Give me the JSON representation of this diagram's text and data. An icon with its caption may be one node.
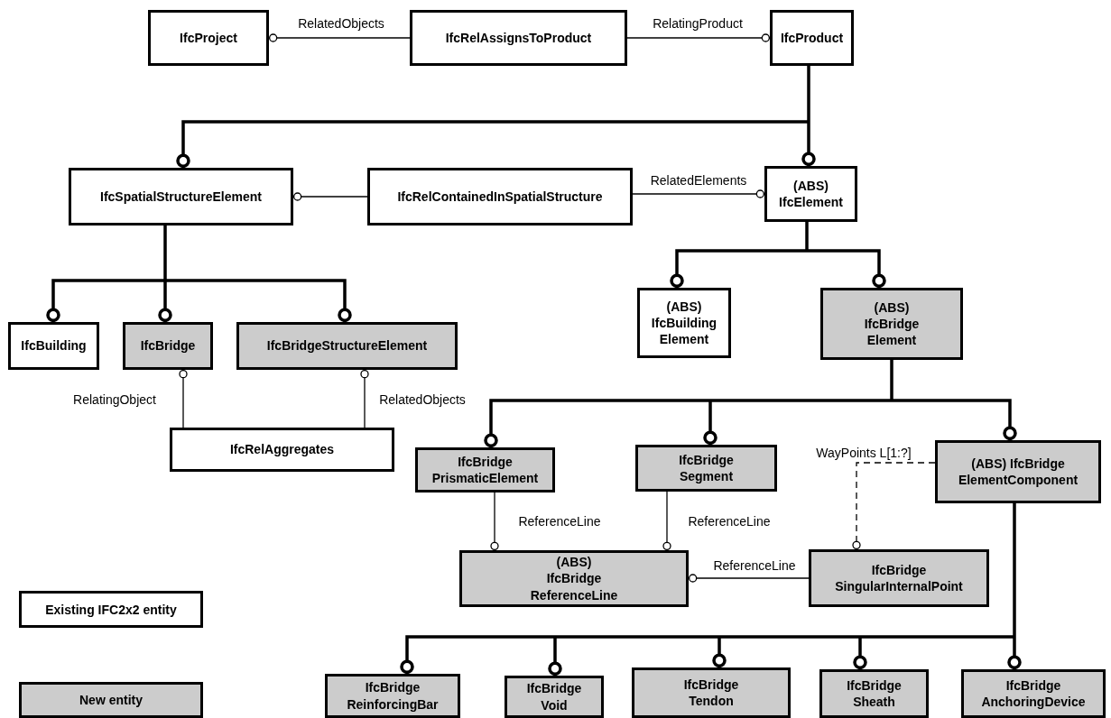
{
  "diagram": {
    "nodes": [
      {
        "text": [
          "IfcProject"
        ]
      },
      {
        "text": [
          "IfcRelAssignsToProduct"
        ]
      },
      {
        "text": [
          "IfcProduct"
        ]
      },
      {
        "text": [
          "IfcSpatialStructureElement"
        ]
      },
      {
        "text": [
          "IfcRelContainedInSpatialStructure"
        ]
      },
      {
        "text": [
          "(ABS) IfcElement"
        ]
      },
      {
        "text": [
          "IfcBuilding"
        ]
      },
      {
        "text": [
          "IfcBridge"
        ]
      },
      {
        "text": [
          "IfcBridgeStructureElement"
        ]
      },
      {
        "text": [
          "IfcRelAggregates"
        ]
      },
      {
        "text": [
          "(ABS) IfcBuilding Element"
        ]
      },
      {
        "text": [
          "(ABS) IfcBridge Element"
        ]
      },
      {
        "text": [
          "IfcBridge PrismaticElement"
        ]
      },
      {
        "text": [
          "IfcBridge Segment"
        ]
      },
      {
        "text": [
          "(ABS) IfcBridge ElementComponent"
        ]
      },
      {
        "text": [
          "(ABS) IfcBridge ReferenceLine"
        ]
      },
      {
        "text": [
          "IfcBridge SingularInternalPoint"
        ]
      },
      {
        "text": [
          "IfcBridge ReinforcingBar"
        ]
      },
      {
        "text": [
          "IfcBridge Void"
        ]
      },
      {
        "text": [
          "IfcBridge Tendon"
        ]
      },
      {
        "text": [
          "IfcBridge Sheath"
        ]
      },
      {
        "text": [
          "IfcBridge AnchoringDevice"
        ]
      }
    ],
    "edges": [
      {
        "from": 1,
        "to": 0,
        "arrow": "other",
        "label": "RelatedObjects"
      },
      {
        "from": 1,
        "to": 2,
        "arrow": "other",
        "label": "RelatingProduct"
      },
      {
        "from": 4,
        "to": 3,
        "arrow": "other"
      },
      {
        "from": 4,
        "to": 5,
        "arrow": "other",
        "label": "RelatedElements"
      },
      {
        "from": 2,
        "to": 3,
        "arrow": "other"
      },
      {
        "from": 2,
        "to": 5,
        "arrow": "other"
      },
      {
        "from": 3,
        "to": 6,
        "arrow": "other"
      },
      {
        "from": 3,
        "to": 7,
        "arrow": "other"
      },
      {
        "from": 3,
        "to": 8,
        "arrow": "other"
      },
      {
        "from": 5,
        "to": 10,
        "arrow": "other"
      },
      {
        "from": 5,
        "to": 11,
        "arrow": "other"
      },
      {
        "from": 9,
        "to": 7,
        "arrow": "other",
        "label": "RelatingObject"
      },
      {
        "from": 9,
        "to": 8,
        "arrow": "other",
        "label": "RelatedObjects"
      },
      {
        "from": 11,
        "to": 12,
        "arrow": "other"
      },
      {
        "from": 11,
        "to": 13,
        "arrow": "other"
      },
      {
        "from": 11,
        "to": 14,
        "arrow": "other"
      },
      {
        "from": 12,
        "to": 15,
        "arrow": "other",
        "label": "ReferenceLine"
      },
      {
        "from": 13,
        "to": 15,
        "arrow": "other",
        "label": "ReferenceLine"
      },
      {
        "from": 16,
        "to": 15,
        "arrow": "other",
        "label": "ReferenceLine"
      },
      {
        "from": 14,
        "to": 16,
        "arrow": "other",
        "label": "WayPoints L[1:?]",
        "style": "dashed"
      },
      {
        "from": 14,
        "to": 17,
        "arrow": "other"
      },
      {
        "from": 14,
        "to": 18,
        "arrow": "other"
      },
      {
        "from": 14,
        "to": 19,
        "arrow": "other"
      },
      {
        "from": 14,
        "to": 20,
        "arrow": "other"
      },
      {
        "from": 14,
        "to": 21,
        "arrow": "other"
      }
    ],
    "legend": [
      {
        "text": "Existing IFC2x2 entity",
        "color": "#ffffff"
      },
      {
        "text": "New entity",
        "color": "#cccccc"
      }
    ]
  }
}
